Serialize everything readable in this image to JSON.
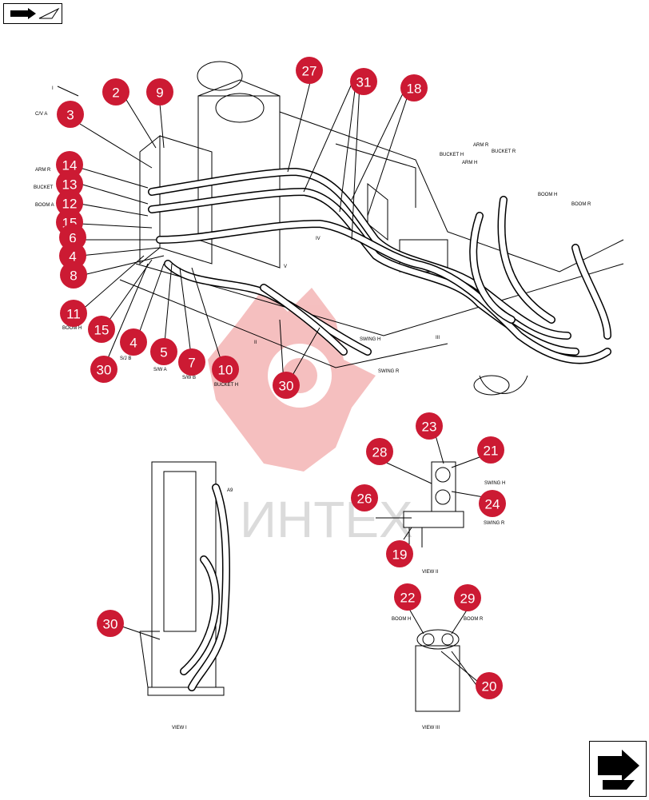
{
  "watermark": {
    "text": "ИНТЕХ",
    "color": "#d8d8d8",
    "gear_color": "#f4b9b9"
  },
  "callout_color": "#cc1a33",
  "nav": {
    "prev_icon": "book-arrow-icon",
    "next_icon": "arrow-right-icon"
  },
  "callouts": [
    {
      "id": "2",
      "label": "2"
    },
    {
      "id": "9",
      "label": "9"
    },
    {
      "id": "3",
      "label": "3"
    },
    {
      "id": "27",
      "label": "27"
    },
    {
      "id": "31",
      "label": "31"
    },
    {
      "id": "18",
      "label": "18"
    },
    {
      "id": "14",
      "label": "14"
    },
    {
      "id": "13",
      "label": "13"
    },
    {
      "id": "12",
      "label": "12"
    },
    {
      "id": "15a",
      "label": "15"
    },
    {
      "id": "6",
      "label": "6"
    },
    {
      "id": "4a",
      "label": "4"
    },
    {
      "id": "8",
      "label": "8"
    },
    {
      "id": "11",
      "label": "11"
    },
    {
      "id": "15b",
      "label": "15"
    },
    {
      "id": "4b",
      "label": "4"
    },
    {
      "id": "5",
      "label": "5"
    },
    {
      "id": "7",
      "label": "7"
    },
    {
      "id": "10",
      "label": "10"
    },
    {
      "id": "30a",
      "label": "30"
    },
    {
      "id": "30b",
      "label": "30"
    },
    {
      "id": "23",
      "label": "23"
    },
    {
      "id": "28",
      "label": "28"
    },
    {
      "id": "21",
      "label": "21"
    },
    {
      "id": "26",
      "label": "26"
    },
    {
      "id": "24",
      "label": "24"
    },
    {
      "id": "19",
      "label": "19"
    },
    {
      "id": "30c",
      "label": "30"
    },
    {
      "id": "22",
      "label": "22"
    },
    {
      "id": "29",
      "label": "29"
    },
    {
      "id": "20",
      "label": "20"
    }
  ],
  "ports": {
    "bucket_h": "BUCKET H",
    "arm_r": "ARM R",
    "arm_h": "ARM H",
    "bucket_r": "BUCKET R",
    "boom_h": "BOOM H",
    "boom_r": "BOOM R",
    "swing_h": "SWING H",
    "swing_r": "SWING R",
    "boom_h_low": "BOOM H",
    "bucket_h_low": "BUCKET H",
    "sw_a": "S/W A",
    "sw_b": "S/W B",
    "sj_b": "S/J B",
    "a9": "A9",
    "cv_swing": "C/V A",
    "cv_arm": "ARM R",
    "cv_bucket": "BUCKET",
    "cv_boom": "BOOM A"
  },
  "views": {
    "view_i": "VIEW I",
    "view_ii": "VIEW II",
    "view_iii": "VIEW III",
    "marker_i": "I",
    "marker_ii": "II",
    "marker_iii": "III",
    "marker_iv": "IV",
    "marker_v": "V"
  }
}
